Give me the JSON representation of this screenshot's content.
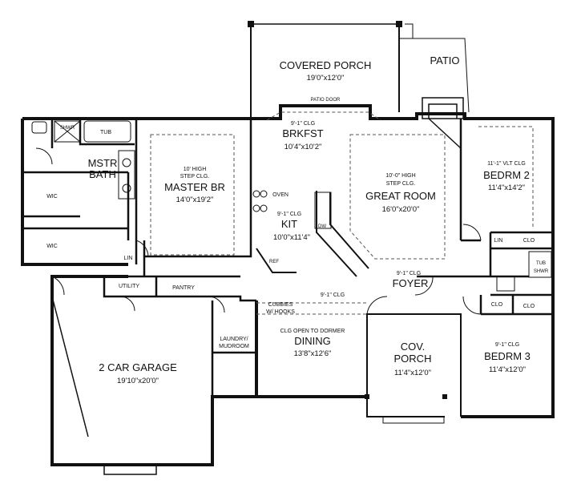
{
  "rooms": {
    "covered_porch": {
      "name": "COVERED PORCH",
      "size": "19'0\"x12'0\""
    },
    "patio": {
      "name": "PATIO"
    },
    "patio_door": "PATIO DOOR",
    "brkfst": {
      "ceiling": "9'-1\" CLG",
      "name": "BRKFST",
      "size": "10'4\"x10'2\""
    },
    "great_room": {
      "ceiling1": "10'-0\" HIGH",
      "ceiling2": "STEP CLG.",
      "name": "GREAT ROOM",
      "size": "16'0\"x20'0\""
    },
    "bedrm2": {
      "ceiling": "11'-1\" VLT CLG",
      "name": "BEDRM 2",
      "size": "11'4\"x14'2\""
    },
    "master_br": {
      "ceiling1": "10' HIGH",
      "ceiling2": "STEP CLG.",
      "name": "MASTER BR",
      "size": "14'0\"x19'2\""
    },
    "mstr_bath": {
      "line1": "MSTR",
      "line2": "BATH"
    },
    "kit": {
      "ceiling": "9'-1\" CLG",
      "name": "KIT",
      "size": "10'0\"x11'4\""
    },
    "foyer": {
      "ceiling": "9'-1\" CLG",
      "name": "FOYER"
    },
    "hall_ceiling": "9'-1\" CLG",
    "dining": {
      "ceiling": "CLG OPEN TO DORMER",
      "name": "DINING",
      "size": "13'8\"x12'6\""
    },
    "cov_porch": {
      "line1": "COV.",
      "line2": "PORCH",
      "size": "11'4\"x12'0\""
    },
    "bedrm3": {
      "ceiling": "9'-1\" CLG",
      "name": "BEDRM 3",
      "size": "11'4\"x12'0\""
    },
    "garage": {
      "name": "2 CAR GARAGE",
      "size": "19'10\"x20'0\""
    },
    "cubbies": {
      "line1": "CUBBIES",
      "line2": "W/ HOOKS"
    },
    "laundry": {
      "line1": "LAUNDRY/",
      "line2": "MUDROOM"
    }
  },
  "fixtures": {
    "shwr": "SHWR",
    "tub": "TUB",
    "wic": "WIC",
    "lin": "LIN",
    "clo": "CLO",
    "utility": "UTILITY",
    "pantry": "PANTRY",
    "oven": "OVEN",
    "ref": "REF",
    "dw": "DW",
    "tub_shwr_1": "TUB",
    "tub_shwr_2": "SHWR"
  }
}
